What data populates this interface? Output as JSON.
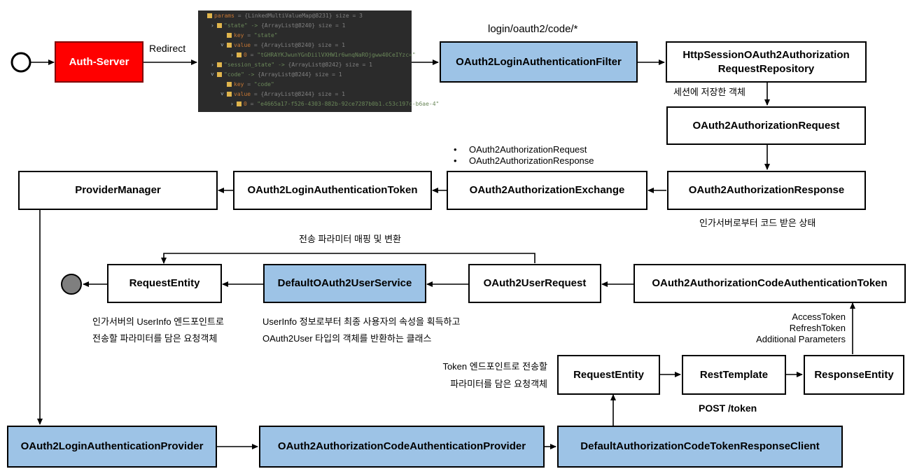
{
  "nodes": {
    "auth_server": "Auth-Server",
    "login_filter": "OAuth2LoginAuthenticationFilter",
    "session_repo_line1": "HttpSessionOAuth2Authorization",
    "session_repo_line2": "RequestRepository",
    "auth_request": "OAuth2AuthorizationRequest",
    "auth_response": "OAuth2AuthorizationResponse",
    "auth_exchange": "OAuth2AuthorizationExchange",
    "login_token": "OAuth2LoginAuthenticationToken",
    "provider_manager": "ProviderManager",
    "login_provider": "OAuth2LoginAuthenticationProvider",
    "code_provider": "OAuth2AuthorizationCodeAuthenticationProvider",
    "token_client": "DefaultAuthorizationCodeTokenResponseClient",
    "request_entity_token": "RequestEntity",
    "rest_template": "RestTemplate",
    "response_entity": "ResponseEntity",
    "code_auth_token": "OAuth2AuthorizationCodeAuthenticationToken",
    "user_request": "OAuth2UserRequest",
    "user_service": "DefaultOAuth2UserService",
    "request_entity_user": "RequestEntity"
  },
  "labels": {
    "redirect": "Redirect",
    "login_url": "login/oauth2/code/*",
    "session_saved": "세션에 저장한 객체",
    "exchange_items": [
      "OAuth2AuthorizationRequest",
      "OAuth2AuthorizationResponse"
    ],
    "code_received": "인가서버로부터 코드 받은 상태",
    "param_mapping": "전송 파라미터 매핑 및 변환",
    "userinfo_req_line1": "인가서버의 UserInfo 엔드포인트로",
    "userinfo_req_line2": "전송할 파라미터를 담은 요청객체",
    "user_service_desc_line1": "UserInfo 정보로부터 최종 사용자의 속성을 획득하고",
    "user_service_desc_line2": "OAuth2User 타입의 객체를 반환하는 클래스",
    "token_req_line1": "Token 엔드포인트로 전송할",
    "token_req_line2": "파라미터를 담은 요청객체",
    "post_token": "POST /token",
    "token_items": [
      "AccessToken",
      "RefreshToken",
      "Additional Parameters"
    ]
  },
  "debug_panel": {
    "lines": [
      {
        "name": "params",
        "value": "{LinkedMultiValueMap@8231}  size = 3"
      },
      {
        "name": "\"state\" -> ",
        "value": "{ArrayList@8240}  size = 1"
      },
      {
        "name": "key",
        "value": "\"state\""
      },
      {
        "name": "value",
        "value": "{ArrayList@8240}  size = 1"
      },
      {
        "name": "0",
        "value": "\"tGHRAYKJwunYGnDiilVXHW1r6wnqNaROjgww40CeIYzc=\""
      },
      {
        "name": "\"session_state\" -> ",
        "value": "{ArrayList@8242}  size = 1"
      },
      {
        "name": "\"code\" -> ",
        "value": "{ArrayList@8244}  size = 1"
      },
      {
        "name": "key",
        "value": "\"code\""
      },
      {
        "name": "value",
        "value": "{ArrayList@8244}  size = 1"
      },
      {
        "name": "0",
        "value": "\"e4665a17-f526-4303-882b-92ce7287b0b1.c53c197c-b6ae-4\""
      }
    ]
  },
  "colors": {
    "blue_box": "#9dc3e6",
    "red_box": "#ff0000",
    "debug_bg": "#2b2b2b",
    "end_dot": "#7f7f7f"
  }
}
